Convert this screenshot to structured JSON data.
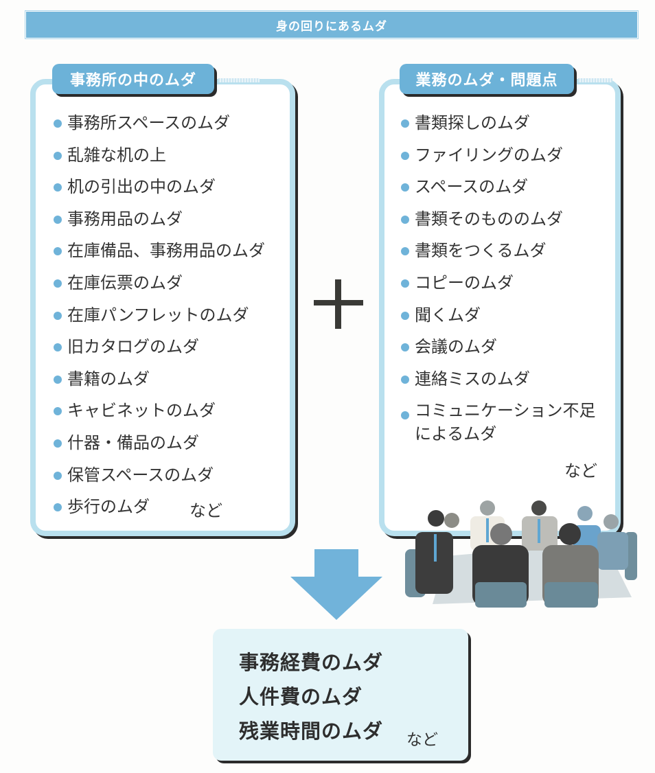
{
  "header": {
    "title": "身の回りにあるムダ"
  },
  "left_panel": {
    "title": "事務所の中のムダ",
    "items": [
      "事務所スペースのムダ",
      "乱雑な机の上",
      "机の引出の中のムダ",
      "事務用品のムダ",
      "在庫備品、事務用品のムダ",
      "在庫伝票のムダ",
      "在庫パンフレットのムダ",
      "旧カタログのムダ",
      "書籍のムダ",
      "キャビネットのムダ",
      "什器・備品のムダ",
      "保管スペースのムダ",
      "歩行のムダ"
    ],
    "suffix": "など"
  },
  "operator": "+",
  "right_panel": {
    "title": "業務のムダ・問題点",
    "items": [
      "書類探しのムダ",
      "ファイリングのムダ",
      "スペースのムダ",
      "書類そのもののムダ",
      "書類をつくるムダ",
      "コピーのムダ",
      "聞くムダ",
      "会議のムダ",
      "連絡ミスのムダ",
      "コミュニケーション不足によるムダ"
    ],
    "suffix": "など"
  },
  "result": {
    "lines": [
      "事務経費のムダ",
      "人件費のムダ",
      "残業時間のムダ"
    ],
    "suffix": "など"
  },
  "colors": {
    "accent_blue": "#6cb2d8",
    "panel_border": "#b9e0ee",
    "result_bg": "#e3f4f8",
    "shadow": "#2b2b2b"
  },
  "illustration": {
    "subject": "meeting-people-icon"
  }
}
